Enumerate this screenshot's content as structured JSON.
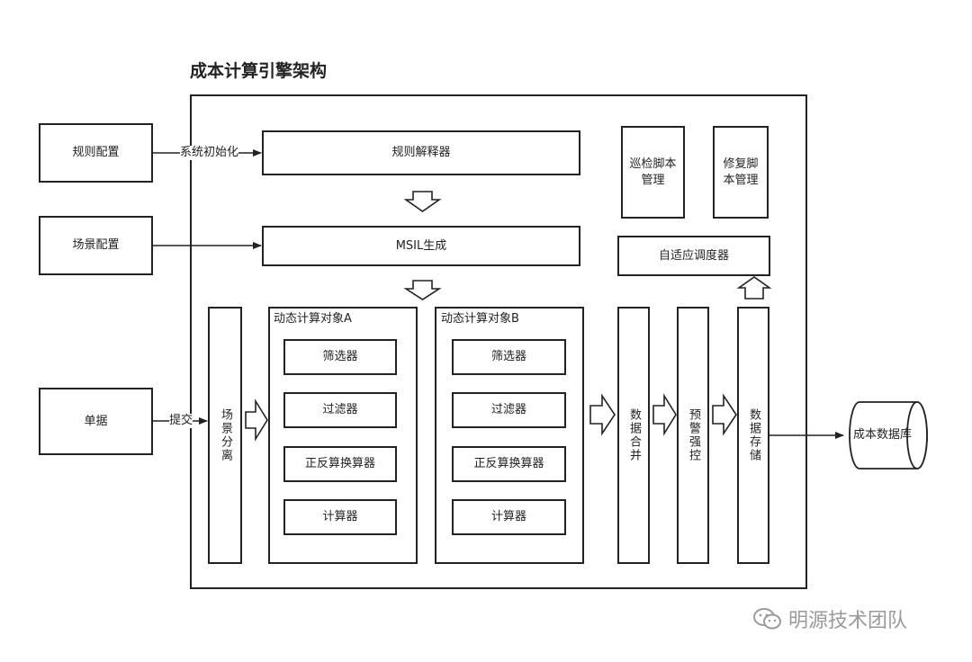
{
  "diagram": {
    "title": "成本计算引擎架构",
    "inputs": {
      "rule_config": "规则配置",
      "scene_config": "场景配置",
      "document": "单据"
    },
    "edge_labels": {
      "system_init": "系统初始化",
      "submit": "提交"
    },
    "rule_interpreter": "规则解释器",
    "msil_gen": "MSIL生成",
    "scene_split": "场景分离",
    "group_a": {
      "title": "动态计算对象A",
      "items": [
        "筛选器",
        "过滤器",
        "正反算换算器",
        "计算器"
      ]
    },
    "group_b": {
      "title": "动态计算对象B",
      "items": [
        "筛选器",
        "过滤器",
        "正反算换算器",
        "计算器"
      ]
    },
    "data_merge": "数据合并",
    "alert_control": "预警强控",
    "data_store": "数据存储",
    "patrol_script": "巡检脚本管理",
    "repair_script": "修复脚本管理",
    "adaptive_scheduler": "自适应调度器",
    "cost_db": "成本数据库"
  },
  "watermark": {
    "text": "明源技术团队",
    "icon": "wechat-icon"
  }
}
